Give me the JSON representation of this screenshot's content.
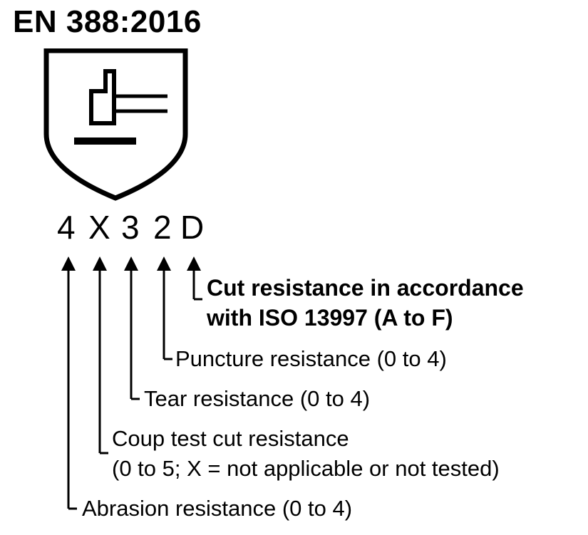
{
  "title": "EN 388:2016",
  "code": {
    "chars": [
      "4",
      "X",
      "3",
      "2",
      "D"
    ]
  },
  "labels": {
    "cut_iso_line1": "Cut resistance in accordance",
    "cut_iso_line2": "with ISO 13997 (A to F)",
    "puncture": "Puncture resistance (0 to 4)",
    "tear": "Tear resistance (0 to 4)",
    "coup_line1": "Coup test cut resistance",
    "coup_line2": "(0 to 5; X = not applicable or not tested)",
    "abrasion": "Abrasion resistance (0 to 4)"
  },
  "icons": {
    "shield": "shield-hammer-icon",
    "arrow": "arrow-up-icon"
  },
  "colors": {
    "ink": "#000000",
    "background": "#ffffff"
  }
}
